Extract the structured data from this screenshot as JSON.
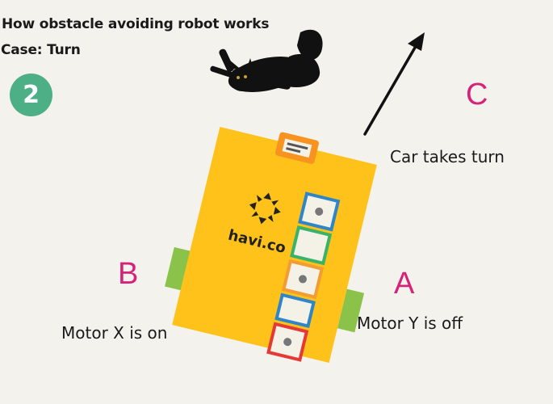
{
  "heading": {
    "title": "How obstacle avoiding robot works",
    "subtitle": "Case: Turn"
  },
  "step_number": "2",
  "labels": {
    "a": "A",
    "b": "B",
    "c": "C"
  },
  "captions": {
    "motor_x": "Motor X is on",
    "motor_y": "Motor Y is off",
    "turn": "Car takes turn"
  },
  "robot": {
    "brand": "havi.co"
  },
  "colors": {
    "background": "#f3f2ec",
    "badge": "#4caf86",
    "letters": "#d6237a",
    "chassis": "#ffc21a",
    "wheels": "#8bc34a",
    "sensor": "#f7931e",
    "module_blue": "#2e86c8",
    "module_green": "#3ab36a",
    "module_orange": "#f39c34",
    "module_red": "#e53935"
  },
  "icons": [
    "cat-image",
    "arrow-up-right-icon",
    "havi-logo-icon"
  ]
}
